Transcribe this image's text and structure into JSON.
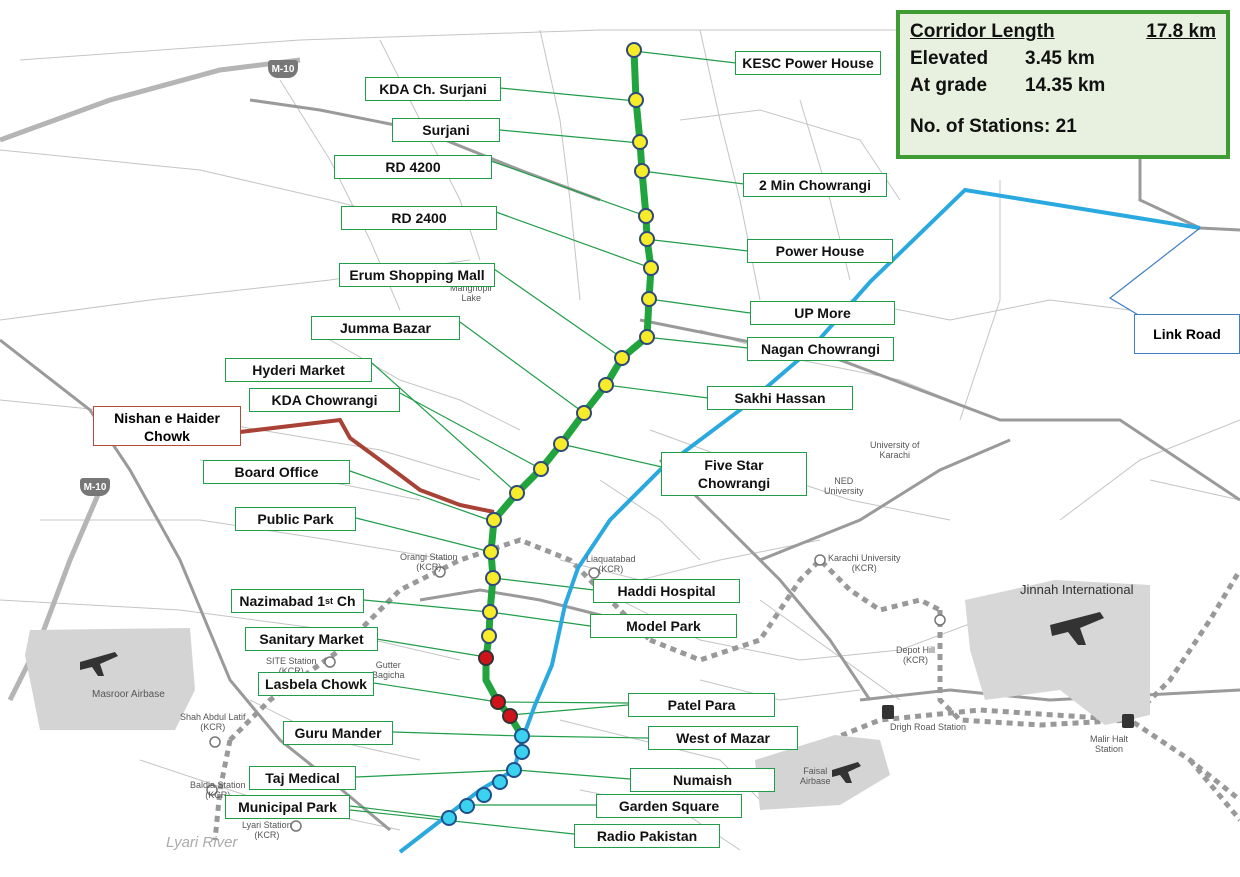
{
  "corridor": {
    "length_label": "Corridor Length",
    "length_value": "17.8 km",
    "elevated_label": "Elevated",
    "elevated_value": "3.45 km",
    "atgrade_label": "At grade",
    "atgrade_value": "14.35 km",
    "stations_text": "No. of Stations: 21"
  },
  "stations": [
    "KESC Power House",
    "KDA Ch. Surjani",
    "Surjani",
    "2 Min Chowrangi",
    "RD 4200",
    "RD 2400",
    "Power House",
    "Erum Shopping Mall",
    "UP More",
    "Jumma Bazar",
    "Nagan Chowrangi",
    "Hyderi Market",
    "Sakhi Hassan",
    "KDA Chowrangi",
    "Five Star",
    "Chowrangi",
    "Board Office",
    "Public Park",
    "Haddi Hospital",
    "Nazimabad 1",
    "st",
    " Ch",
    "Model Park",
    "Sanitary Market",
    "Lasbela Chowk",
    "Patel Para",
    "Guru Mander",
    "West of Mazar",
    "Taj  Medical",
    "Numaish",
    "Municipal Park",
    "Garden Square",
    "Radio Pakistan"
  ],
  "callouts": {
    "nishan_line1": "Nishan e Haider",
    "nishan_line2": "Chowk",
    "link_road": "Link Road"
  },
  "places": {
    "manghopir": "Manghopir",
    "lake": "Lake",
    "univ1": "University of",
    "univ2": "Karachi",
    "ned1": "NED",
    "ned2": "University",
    "orangi1": "Orangi Station",
    "orangi2": "(KCR)",
    "liaq1": "Liaquatabad",
    "liaq2": "(KCR)",
    "kuni1": "Karachi University",
    "kuni2": "(KCR)",
    "jinnah": "Jinnah International",
    "masroor": "Masroor Airbase",
    "site1": "SITE Station",
    "site2": "(KCR)",
    "gutter1": "Gutter",
    "gutter2": "Bagicha",
    "depot1": "Depot Hill",
    "depot2": "(KCR)",
    "shah1": "Shah Abdul Latif",
    "shah2": "(KCR)",
    "drigh": "Drigh Road Station",
    "malir1": "Malir Halt",
    "malir2": "Station",
    "faisal1": "Faisal",
    "faisal2": "Airbase",
    "baldia1": "Baldia Station",
    "baldia2": "(KCR)",
    "lyaris1": "Lyari Station",
    "lyaris2": "(KCR)",
    "lyari_river": "Lyari River",
    "m10": "M-10"
  },
  "colors": {
    "green_line": "#21a33d",
    "blue_line": "#29a9e0",
    "nishan_line": "#a94236",
    "yellow_station": "#f7ec2a",
    "red_station": "#d0121b",
    "cyan_station": "#3bd2ef"
  }
}
